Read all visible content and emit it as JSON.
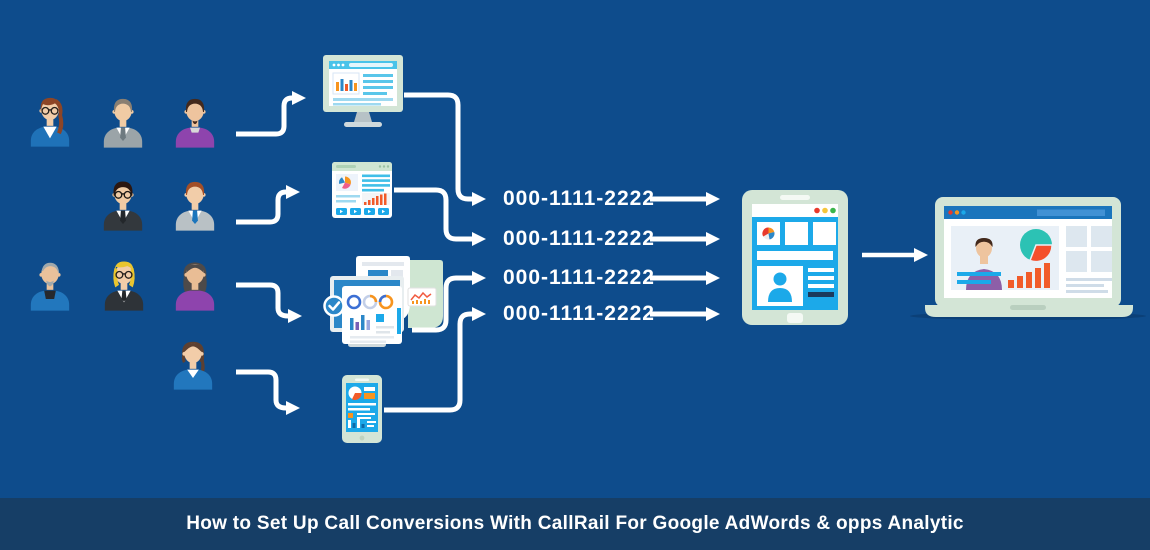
{
  "footer": {
    "title": "How to Set Up Call Conversions With CallRail For Google AdWords & opps Analytic"
  },
  "numbers": {
    "rows": [
      "000-1111-2222",
      "000-1111-2222",
      "000-1111-2222",
      "000-1111-2222"
    ]
  },
  "palette": {
    "bg": "#0e4c8c",
    "footer_bg": "#163e66",
    "text": "#ffffff",
    "arrow": "#ffffff",
    "bezel": "#d3e5d6",
    "mint": "#cfe6d2",
    "screen_cyan": "#1ca9e9",
    "header_cyan": "#49c3e9",
    "topbar_blue": "#1b75bc",
    "mid_blue": "#2b87c8",
    "orange": "#f15b29",
    "amber": "#f7941e",
    "teal": "#2cc2b4",
    "red_dot": "#e8392b",
    "yellow_dot": "#f5c63c",
    "green_dot": "#3bb54a",
    "dark_navy": "#1b3a5c"
  },
  "icons": [
    "desktop-analytics-icon",
    "browser-report-icon",
    "multi-report-analytics-icon",
    "mobile-analytics-icon",
    "tablet-landing-page-icon",
    "laptop-dashboard-icon",
    "pie-chart-icon",
    "bar-chart-icon",
    "donut-chart-icon",
    "check-badge-icon",
    "user-photo-icon",
    "arrow-icon"
  ],
  "avatars": [
    {
      "name": "woman-auburn-glasses-blue-jacket",
      "hair": "#8d4526",
      "skin": "#f2cda9",
      "outfit": "#1f72b8",
      "shirt": "#ffffff"
    },
    {
      "name": "man-gray-suit",
      "hair": "#8a7f72",
      "skin": "#f0cba4",
      "outfit": "#9ba4a8",
      "shirt": "#ffffff",
      "tie": "#6e7a80"
    },
    {
      "name": "man-goatee-purple-shirt",
      "hair": "#43291c",
      "skin": "#eec49e",
      "outfit": "#8e44ad",
      "shirt": "#d8d8d8"
    },
    {
      "name": "man-black-suit-glasses",
      "hair": "#2c1710",
      "skin": "#f0cba4",
      "outfit": "#33383d",
      "shirt": "#ffffff",
      "tie": "#23272b"
    },
    {
      "name": "man-auburn-gray-suit-blue-tie",
      "hair": "#a34f28",
      "skin": "#f2cda9",
      "outfit": "#b9c1c5",
      "shirt": "#ffffff",
      "tie": "#1b75bc"
    },
    {
      "name": "man-gray-beard-blue-jacket",
      "hair": "#9fa8ac",
      "skin": "#e9c19b",
      "outfit": "#2277bd",
      "shirt": "#26292e"
    },
    {
      "name": "woman-blonde-glasses-black-suit",
      "hair": "#e9c52f",
      "skin": "#f2cda9",
      "outfit": "#2e3338",
      "shirt": "#ffffff",
      "tie": "#23272b"
    },
    {
      "name": "woman-dark-hair-purple-top",
      "hair": "#4d4a4a",
      "skin": "#e9bd95",
      "outfit": "#8e44ad"
    },
    {
      "name": "woman-brown-hair-blue-top",
      "hair": "#5d4031",
      "skin": "#f2cda9",
      "outfit": "#2277bd",
      "shirt": "#ffffff"
    }
  ]
}
